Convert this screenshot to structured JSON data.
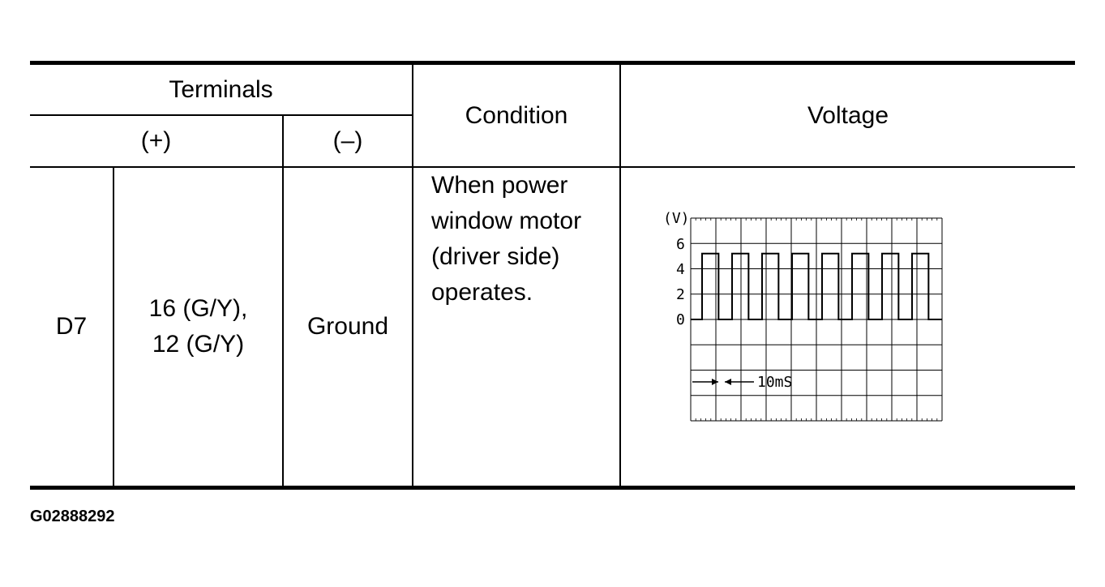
{
  "table": {
    "header": {
      "terminals": "Terminals",
      "plus": "(+)",
      "minus": "(–)",
      "condition": "Condition",
      "voltage": "Voltage"
    },
    "row": {
      "connector": "D7",
      "plus_terminal_line1": "16 (G/Y),",
      "plus_terminal_line2": "12 (G/Y)",
      "minus_terminal": "Ground",
      "condition_lines": [
        "When power",
        "window motor",
        "(driver side)",
        "operates."
      ]
    }
  },
  "scope": {
    "unit_label": "(V)",
    "y_ticks": [
      "6",
      "4",
      "2",
      "0"
    ],
    "time_label": "10mS",
    "high_level_v": 5.2,
    "low_level_v": 0,
    "pulse_count": 8
  },
  "figure_id": "G02888292"
}
